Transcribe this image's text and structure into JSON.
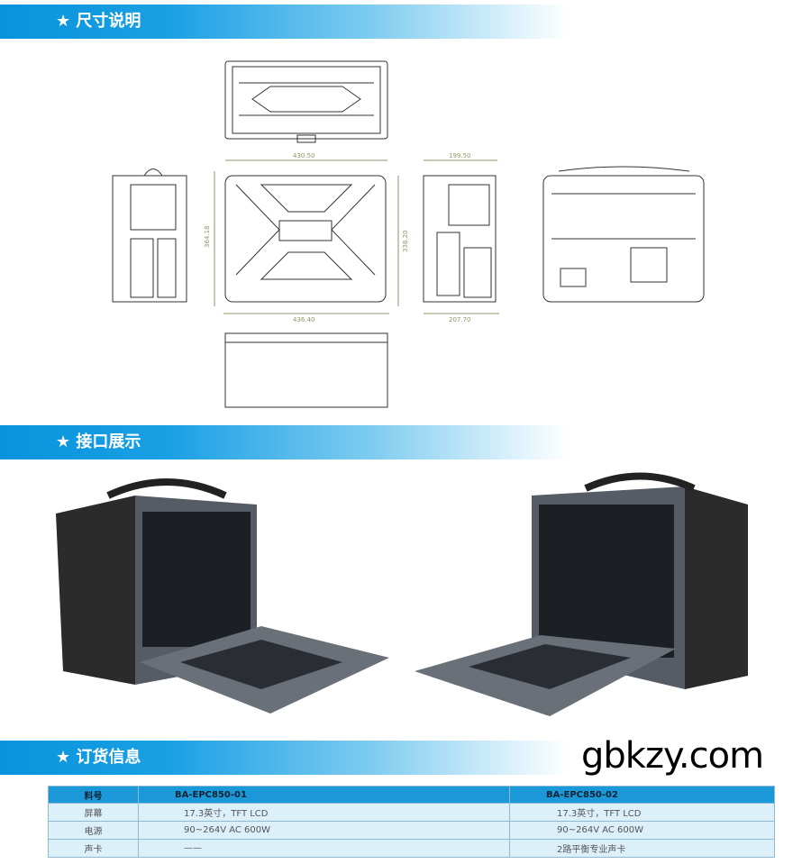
{
  "sections": [
    {
      "star": "★",
      "title": "尺寸说明"
    },
    {
      "star": "★",
      "title": "接口展示"
    },
    {
      "star": "★",
      "title": "订货信息"
    }
  ],
  "dimensions": {
    "front_width_top": "430.50",
    "front_width_bottom": "436.40",
    "front_height_left": "364.18",
    "front_height_right": "338.20",
    "side_width_top": "199.50",
    "side_width_bottom": "207.70"
  },
  "table": {
    "headers": [
      "料号",
      "BA-EPC850-01",
      "BA-EPC850-02"
    ],
    "rows": [
      [
        "屏幕",
        "17.3英寸，TFT  LCD",
        "17.3英寸，TFT  LCD"
      ],
      [
        "电源",
        "90~264V AC 600W",
        "90~264V AC 600W"
      ],
      [
        "声卡",
        "——",
        "2路平衡专业声卡"
      ]
    ]
  },
  "watermark": "gbkzy.com",
  "colors": {
    "header_blue": "#0893dc",
    "table_header": "#1a98d8",
    "table_row": "#dcf0fa"
  }
}
